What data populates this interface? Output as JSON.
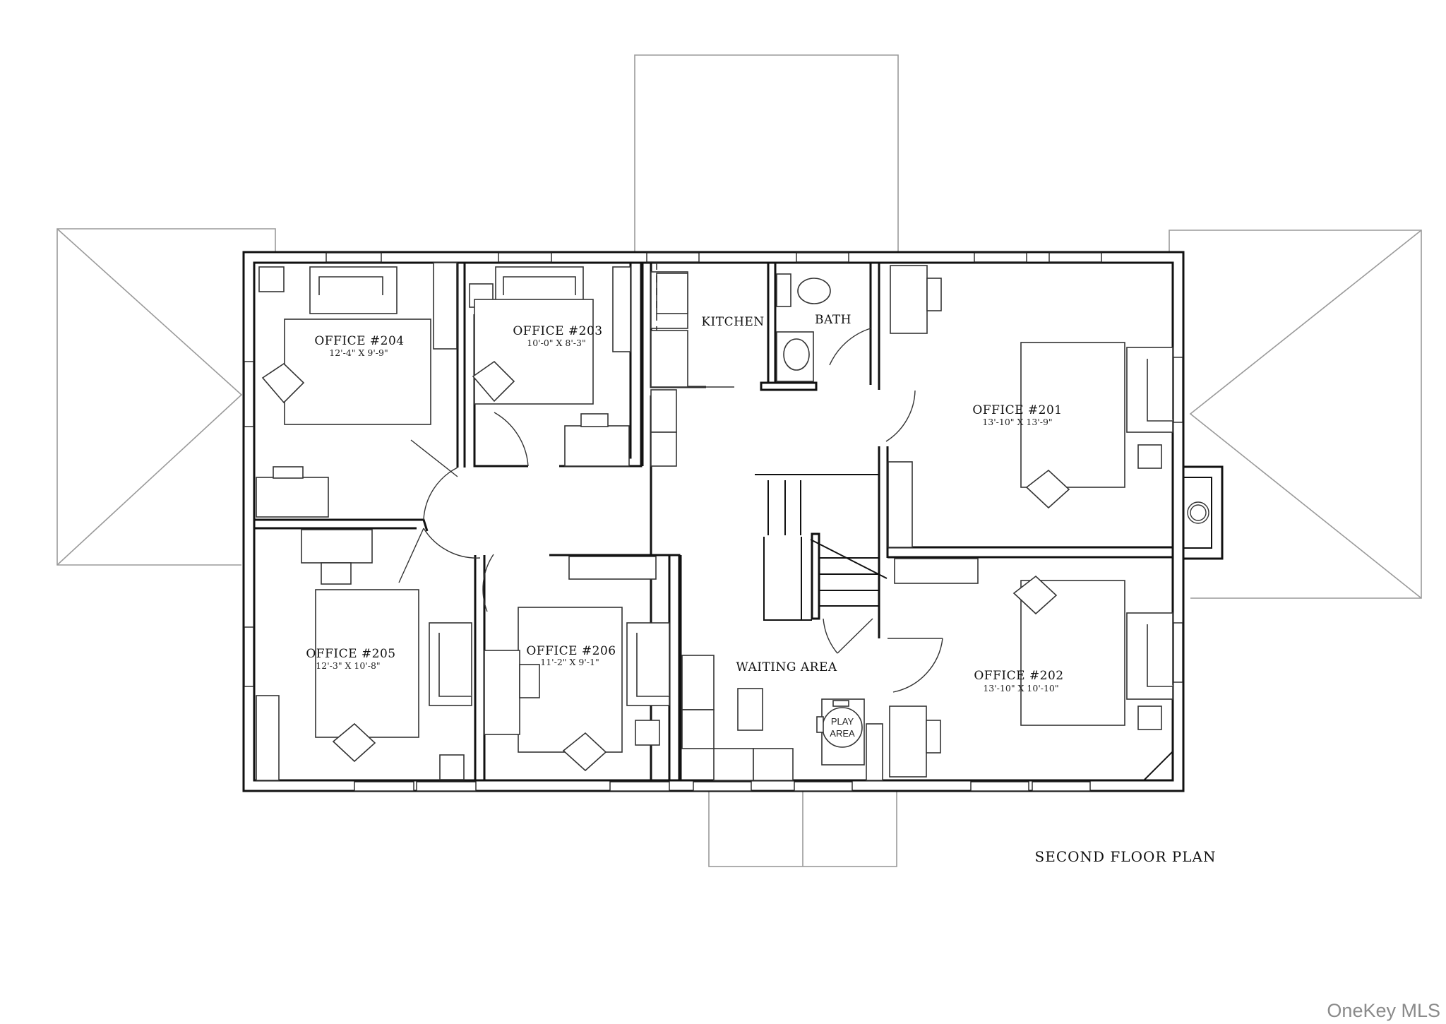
{
  "plan": {
    "title": "SECOND FLOOR PLAN",
    "watermark": "OneKey MLS"
  },
  "rooms": [
    {
      "id": "office-204",
      "name": "OFFICE #204",
      "dimensions": "12'-4\" X 9'-9\""
    },
    {
      "id": "office-203",
      "name": "OFFICE #203",
      "dimensions": "10'-0\" X 8'-3\""
    },
    {
      "id": "kitchen",
      "name": "KITCHEN"
    },
    {
      "id": "bath",
      "name": "BATH"
    },
    {
      "id": "office-201",
      "name": "OFFICE #201",
      "dimensions": "13'-10\" X 13'-9\""
    },
    {
      "id": "office-205",
      "name": "OFFICE #205",
      "dimensions": "12'-3\" X 10'-8\""
    },
    {
      "id": "office-206",
      "name": "OFFICE #206",
      "dimensions": "11'-2\" X 9'-1\""
    },
    {
      "id": "waiting-area",
      "name": "WAITING AREA"
    },
    {
      "id": "office-202",
      "name": "OFFICE #202",
      "dimensions": "13'-10\" X 10'-10\""
    }
  ],
  "fixtures": {
    "play_area_line1": "PLAY",
    "play_area_line2": "AREA"
  },
  "colors": {
    "wall": "#111111",
    "roof_outline": "#9a9a9a",
    "background": "#ffffff",
    "watermark": "#8a8a8a"
  }
}
